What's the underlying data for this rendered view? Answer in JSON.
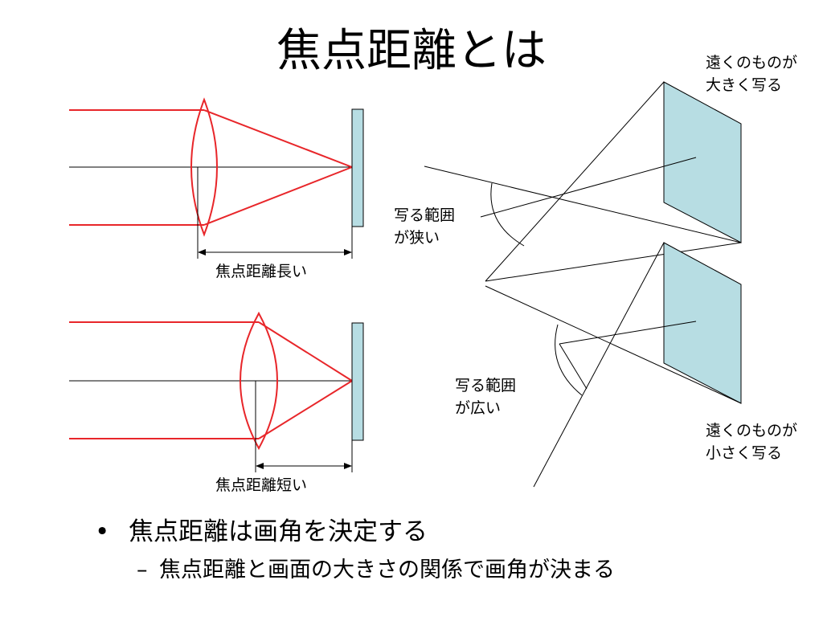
{
  "title": "焦点距離とは",
  "labels": {
    "focal_long": "焦点距離長い",
    "focal_short": "焦点距離短い",
    "range_narrow": [
      "写る範囲",
      "が狭い"
    ],
    "range_wide": [
      "写る範囲",
      "が広い"
    ],
    "far_large": [
      "遠くのものが",
      "大きく写る"
    ],
    "far_small": [
      "遠くのものが",
      "小さく写る"
    ]
  },
  "bullets": {
    "main": "焦点距離は画角を決定する",
    "sub": "焦点距離と画面の大きさの関係で画角が決まる",
    "main_marker": "•",
    "sub_marker": "–"
  },
  "colors": {
    "ray": "#e8262a",
    "sensor_fill": "#b7dde3",
    "line": "#000000"
  }
}
